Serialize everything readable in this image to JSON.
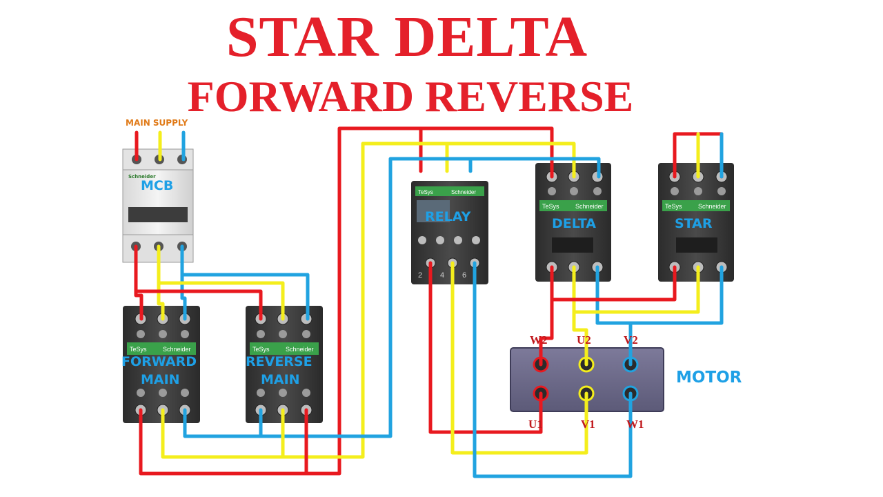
{
  "title": {
    "line1": "STAR DELTA",
    "line2": "FORWARD REVERSE"
  },
  "labels": {
    "main_supply": "MAIN SUPPLY",
    "mcb": "MCB",
    "relay": "RELAY",
    "delta": "DELTA",
    "star": "STAR",
    "forward_main_1": "FORWARD",
    "forward_main_2": "MAIN",
    "reverse_main_1": "REVERSE",
    "reverse_main_2": "MAIN",
    "motor": "MOTOR",
    "brand": "Schneider",
    "series": "TeSys"
  },
  "relay_terminals": {
    "t1": "2",
    "t2": "4",
    "t3": "6"
  },
  "motor_terminals": {
    "w2": "W2",
    "u2": "U2",
    "v2": "V2",
    "u1": "U1",
    "v1": "V1",
    "w1": "W1"
  },
  "colors": {
    "phase_red": "#e8191f",
    "phase_yellow": "#f4ee1c",
    "phase_blue": "#21a3e0",
    "title": "#e4202a",
    "label": "#1ea0e6",
    "terminal_label": "#c0181c"
  }
}
